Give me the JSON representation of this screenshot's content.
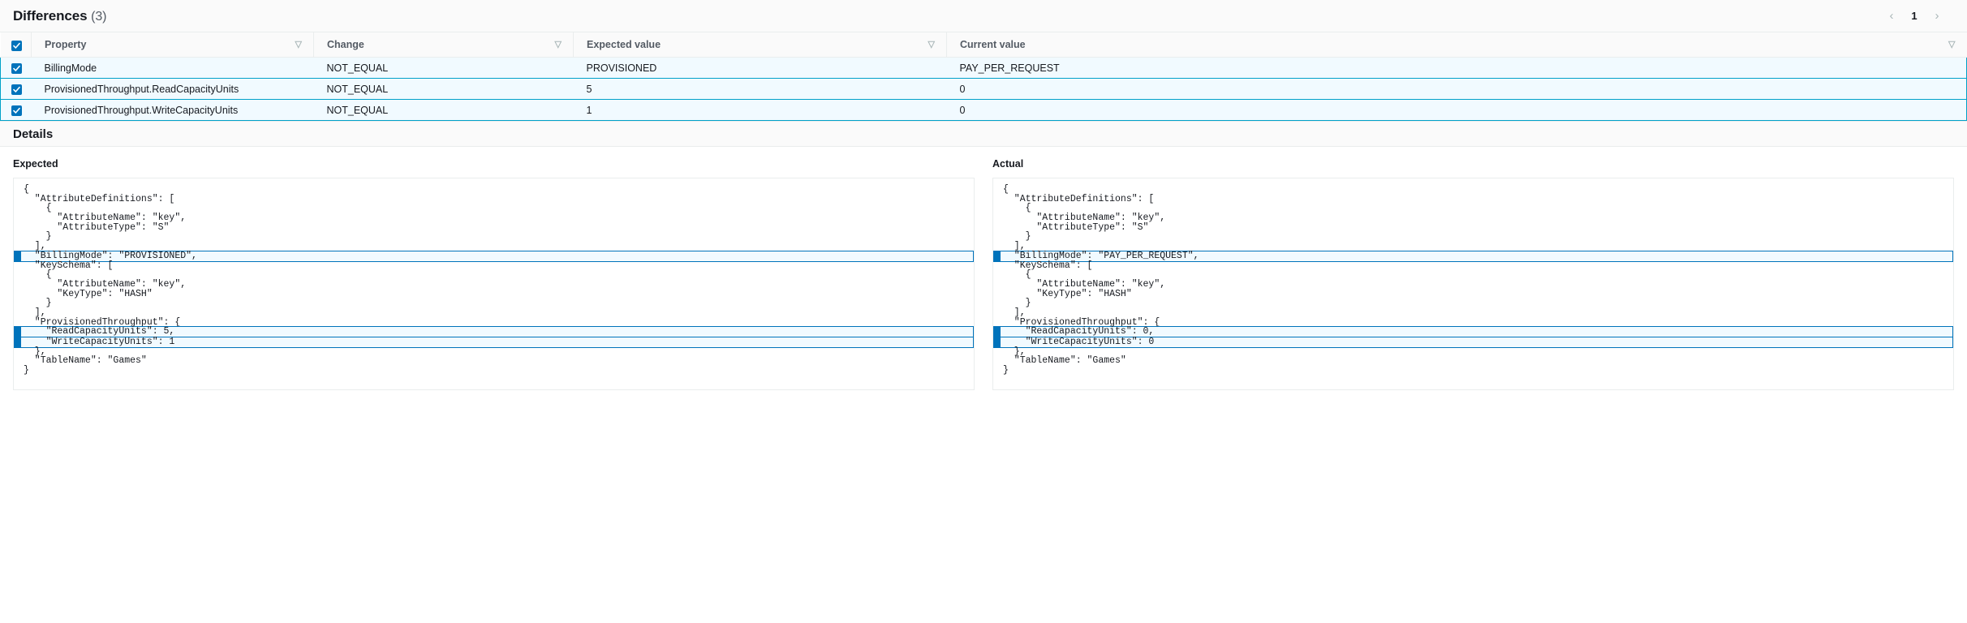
{
  "header": {
    "title": "Differences",
    "count": "(3)",
    "pagination": {
      "prev": "‹",
      "page": "1",
      "next": "›"
    }
  },
  "table": {
    "columns": [
      {
        "label": "Property",
        "sort_icon": "▽"
      },
      {
        "label": "Change",
        "sort_icon": "▽"
      },
      {
        "label": "Expected value",
        "sort_icon": "▽"
      },
      {
        "label": "Current value",
        "sort_icon": "▽"
      }
    ],
    "rows": [
      {
        "property": "BillingMode",
        "change": "NOT_EQUAL",
        "expected_value": "PROVISIONED",
        "current_value": "PAY_PER_REQUEST",
        "selected": true
      },
      {
        "property": "ProvisionedThroughput.ReadCapacityUnits",
        "change": "NOT_EQUAL",
        "expected_value": "5",
        "current_value": "0",
        "selected": true
      },
      {
        "property": "ProvisionedThroughput.WriteCapacityUnits",
        "change": "NOT_EQUAL",
        "expected_value": "1",
        "current_value": "0",
        "selected": true
      }
    ]
  },
  "details": {
    "title": "Details",
    "expected": {
      "label": "Expected",
      "lines": [
        {
          "text": "{",
          "highlighted": false
        },
        {
          "text": "  \"AttributeDefinitions\": [",
          "highlighted": false
        },
        {
          "text": "    {",
          "highlighted": false
        },
        {
          "text": "      \"AttributeName\": \"key\",",
          "highlighted": false
        },
        {
          "text": "      \"AttributeType\": \"S\"",
          "highlighted": false
        },
        {
          "text": "    }",
          "highlighted": false
        },
        {
          "text": "  ],",
          "highlighted": false
        },
        {
          "text": "  \"BillingMode\": \"PROVISIONED\",",
          "highlighted": true
        },
        {
          "text": "  \"KeySchema\": [",
          "highlighted": false
        },
        {
          "text": "    {",
          "highlighted": false
        },
        {
          "text": "      \"AttributeName\": \"key\",",
          "highlighted": false
        },
        {
          "text": "      \"KeyType\": \"HASH\"",
          "highlighted": false
        },
        {
          "text": "    }",
          "highlighted": false
        },
        {
          "text": "  ],",
          "highlighted": false
        },
        {
          "text": "  \"ProvisionedThroughput\": {",
          "highlighted": false
        },
        {
          "text": "    \"ReadCapacityUnits\": 5,",
          "highlighted": true
        },
        {
          "text": "    \"WriteCapacityUnits\": 1",
          "highlighted": true
        },
        {
          "text": "  },",
          "highlighted": false
        },
        {
          "text": "  \"TableName\": \"Games\"",
          "highlighted": false
        },
        {
          "text": "}",
          "highlighted": false
        }
      ]
    },
    "actual": {
      "label": "Actual",
      "lines": [
        {
          "text": "{",
          "highlighted": false
        },
        {
          "text": "  \"AttributeDefinitions\": [",
          "highlighted": false
        },
        {
          "text": "    {",
          "highlighted": false
        },
        {
          "text": "      \"AttributeName\": \"key\",",
          "highlighted": false
        },
        {
          "text": "      \"AttributeType\": \"S\"",
          "highlighted": false
        },
        {
          "text": "    }",
          "highlighted": false
        },
        {
          "text": "  ],",
          "highlighted": false
        },
        {
          "text": "  \"BillingMode\": \"PAY_PER_REQUEST\",",
          "highlighted": true
        },
        {
          "text": "  \"KeySchema\": [",
          "highlighted": false
        },
        {
          "text": "    {",
          "highlighted": false
        },
        {
          "text": "      \"AttributeName\": \"key\",",
          "highlighted": false
        },
        {
          "text": "      \"KeyType\": \"HASH\"",
          "highlighted": false
        },
        {
          "text": "    }",
          "highlighted": false
        },
        {
          "text": "  ],",
          "highlighted": false
        },
        {
          "text": "  \"ProvisionedThroughput\": {",
          "highlighted": false
        },
        {
          "text": "    \"ReadCapacityUnits\": 0,",
          "highlighted": true
        },
        {
          "text": "    \"WriteCapacityUnits\": 0",
          "highlighted": true
        },
        {
          "text": "  },",
          "highlighted": false
        },
        {
          "text": "  \"TableName\": \"Games\"",
          "highlighted": false
        },
        {
          "text": "}",
          "highlighted": false
        }
      ]
    }
  },
  "colors": {
    "accent_link": "#0073bb",
    "selected_row_border": "#00a1c9",
    "selected_row_bg": "#f1faff",
    "checkbox": "#0073bb"
  }
}
